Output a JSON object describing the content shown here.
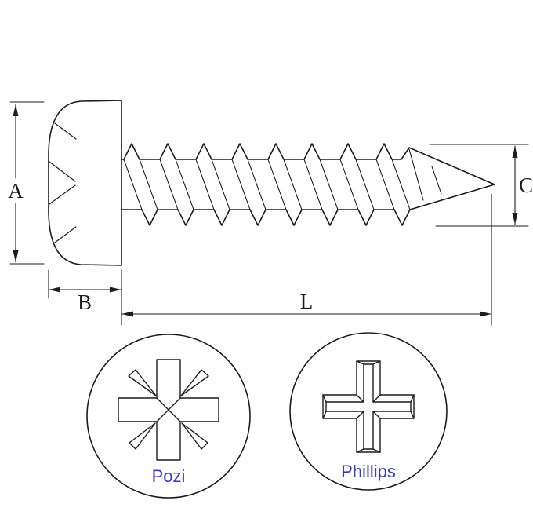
{
  "diagram": {
    "colors": {
      "line_color": "#1c1c1c",
      "label_color": "#3a3ac0"
    },
    "dimension_labels": {
      "head_diameter": "A",
      "head_height": "B",
      "thread_diameter": "C",
      "length": "L"
    },
    "drive_recess": [
      {
        "label": "Pozi"
      },
      {
        "label": "Phillips"
      }
    ]
  }
}
